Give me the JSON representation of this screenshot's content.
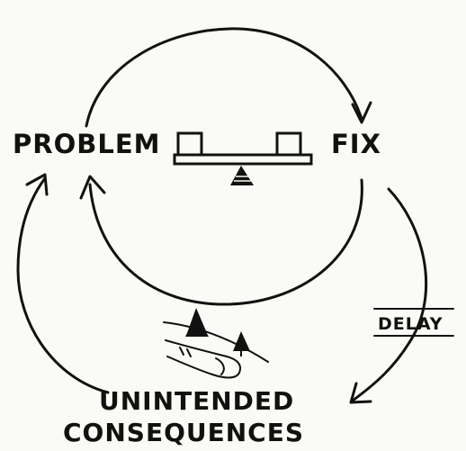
{
  "labels": {
    "problem": "PROBLEM",
    "fix": "FIX",
    "delay": "DELAY",
    "unintended_line1": "UNINTENDED",
    "unintended_line2": "CONSEQUENCES"
  },
  "icons": {
    "balance": "balance-scale-icon",
    "hill": "finger-hill-icon"
  },
  "colors": {
    "ink": "#111111",
    "paper": "#fafaf7"
  }
}
